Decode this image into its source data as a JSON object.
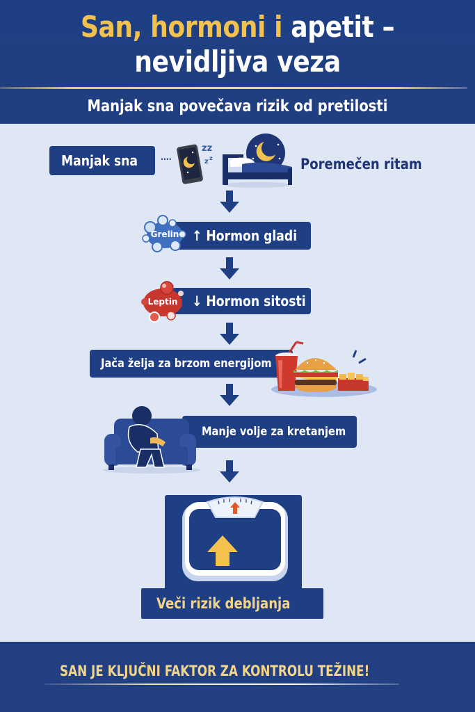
{
  "header": {
    "title_part1": "San, hormoni i",
    "title_part2": "apetit –",
    "title_line2": "nevidljiva veza",
    "subtitle": "Manjak sna povečava rizik od pretilosti"
  },
  "flow": {
    "step1": {
      "label": "Manjak sna",
      "dots": "····",
      "side_text": "Poremečen ritam",
      "icons": [
        "phone-moon-icon",
        "zzz-icon",
        "bed-icon",
        "night-moon-icon"
      ]
    },
    "step2": {
      "badge": "Grelin",
      "direction": "↑",
      "label": "Hormon gladi"
    },
    "step3": {
      "badge": "Leptin",
      "direction": "↓",
      "label": "Hormon sitosti"
    },
    "step4": {
      "label": "Jača želja za brzom energijom",
      "icons": [
        "soda-cup-icon",
        "burger-icon",
        "fries-icon"
      ]
    },
    "step5": {
      "label": "Manje volje za kretanjem",
      "icons": [
        "person-on-couch-icon"
      ]
    },
    "step6": {
      "label": "Veči rizik debljanja",
      "icons": [
        "scale-icon",
        "up-arrow-icon"
      ]
    }
  },
  "footer": {
    "text": "SAN JE KLJUČNI FAKTOR ZA KONTROLU TEŽINE!"
  },
  "colors": {
    "navy": "#1f3f85",
    "gold": "#f2c14e",
    "background": "#dfe7f4",
    "grelin_blue": "#3f6fc0",
    "leptin_red": "#c8372d"
  }
}
